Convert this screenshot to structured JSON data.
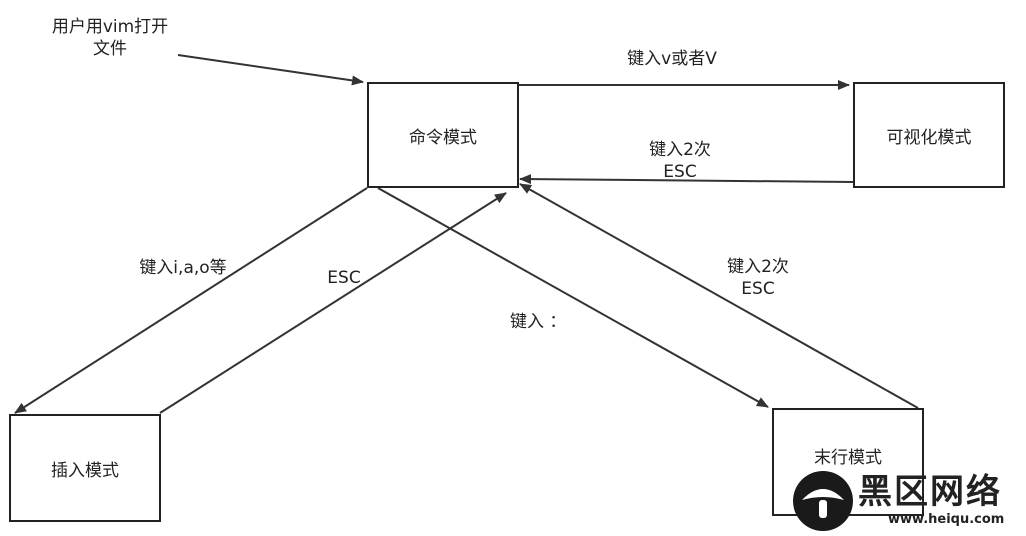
{
  "nodes": {
    "command": "命令模式",
    "visual": "可视化模式",
    "insert": "插入模式",
    "lastline": "末行模式"
  },
  "labels": {
    "open_line1": "用户用vim打开",
    "open_line2": "文件",
    "to_visual": "键入v或者V",
    "from_visual_line1": "键入2次",
    "from_visual_line2": "ESC",
    "to_insert": "键入i,a,o等",
    "from_insert": "ESC",
    "to_lastline": "键入 ：",
    "from_lastline_line1": "键入2次",
    "from_lastline_line2": "ESC"
  },
  "watermark": {
    "brand": "黑区网络",
    "url": "www.heiqu.com"
  }
}
